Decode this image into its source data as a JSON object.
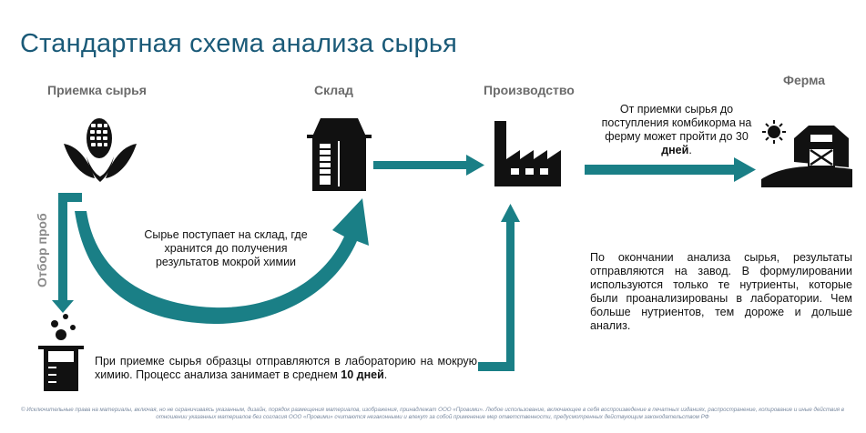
{
  "title": "Стандартная схема анализа сырья",
  "stages": {
    "receiving": "Приемка сырья",
    "warehouse": "Склад",
    "production": "Производство",
    "farm": "Ферма"
  },
  "sampling_label": "Отбор проб",
  "notes": {
    "to_warehouse": "Сырье поступает на склад, где хранится до получения результатов мокрой химии",
    "to_farm_prefix": "От приемки сырья до поступления комбикорма на ферму может пройти до 30 ",
    "to_farm_bold": "дней",
    "to_farm_suffix": ".",
    "lab_prefix": "При приемке сырья образцы отправляются в лабораторию на мокрую химию. Процесс анализа занимает в среднем ",
    "lab_bold": "10 дней",
    "lab_suffix": ".",
    "results": "По окончании анализа сырья, результаты отправляются на завод. В формулировании используются только те нутриенты, которые были проанализированы в лаборатории. Чем больше нутриентов, тем дороже и дольше анализ."
  },
  "footer": "© Исключительные права на материалы, включая, но не ограничиваясь указанным, дизайн, порядок размещения материалов, изображения, принадлежат ООО «Провими». Любое использование, включающее в себя воспроизведение в печатных изданиях, распространение, копирование и иные действия в отношении указанных материалов без согласия ООО «Провими» считаются незаконными и влекут за собой применение мер ответственности, предусмотренных действующим законодательством РФ",
  "colors": {
    "accent": "#1a7f86",
    "title": "#1a5a78",
    "icon": "#111111",
    "stage_label": "#6b6b6b"
  },
  "icons": [
    "corn-icon",
    "silo-icon",
    "factory-icon",
    "farm-barn-icon",
    "sun-icon",
    "lab-beaker-icon"
  ]
}
